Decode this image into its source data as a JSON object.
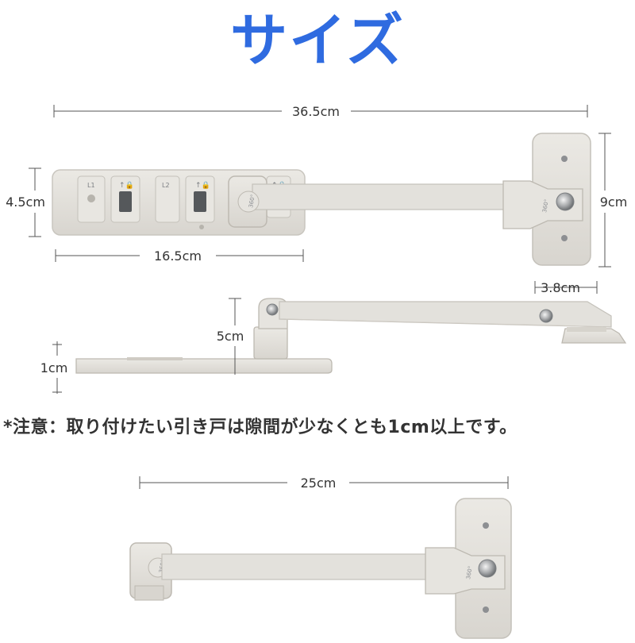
{
  "title": "サイズ",
  "note": "*注意：取り付けたい引き戸は隙間が少なくとも1cm以上です。",
  "dimensions": {
    "top_total": "36.5cm",
    "top_height": "4.5cm",
    "top_base": "16.5cm",
    "top_plate_height": "9cm",
    "side_offset": "3.8cm",
    "side_height": "5cm",
    "side_thickness": "1cm",
    "bottom_length": "25cm"
  },
  "colors": {
    "title": "#2f6be0",
    "note": "#333333",
    "dim_text": "#333333",
    "dim_line": "#555555",
    "part_fill": "#e3e1dc",
    "part_edge": "#c9c6bf",
    "part_shadow": "#b9b6ae",
    "slot_dark": "#55585b"
  },
  "icons": {
    "rotate_mark": "360°",
    "lock_mark": "lock-icon",
    "slot_mark": "L"
  }
}
